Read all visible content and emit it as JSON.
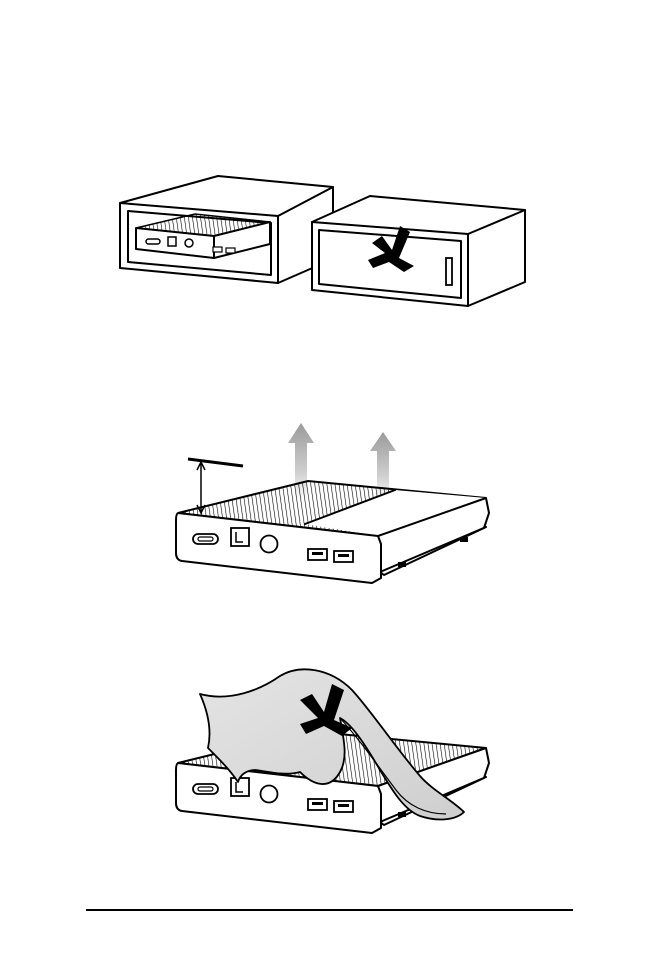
{
  "figures": [
    {
      "name": "cabinet-enclosure-illustration"
    },
    {
      "name": "ventilation-clearance-illustration"
    },
    {
      "name": "covered-device-illustration"
    }
  ],
  "icons": [
    "prohibited-x-icon",
    "heat-arrow-icon"
  ],
  "colors": {
    "ink": "#000000",
    "arrow": "#9a9a9a",
    "cloth": "#d8d8d8"
  }
}
